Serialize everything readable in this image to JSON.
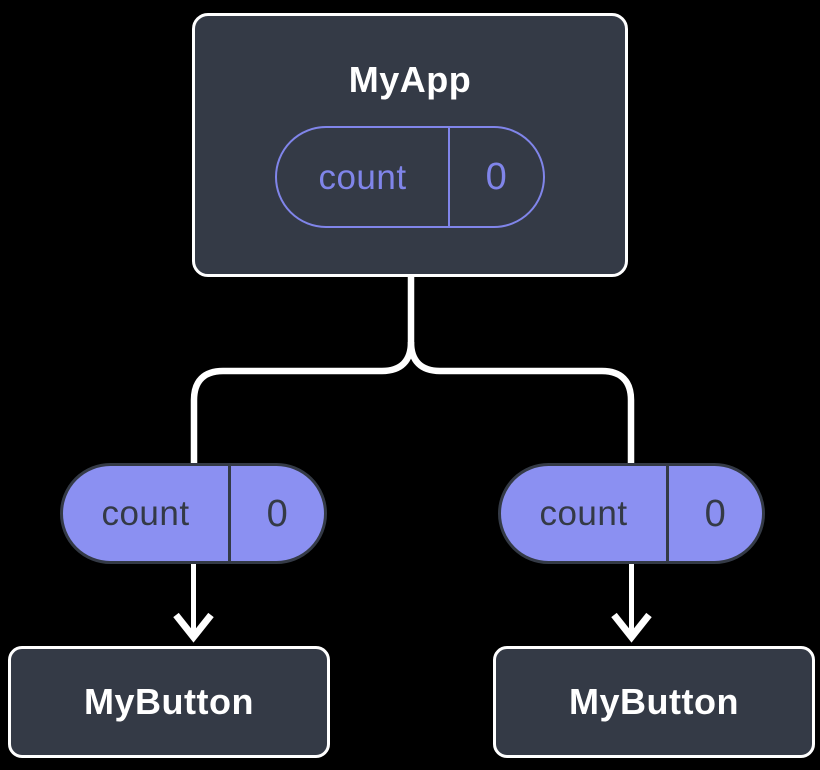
{
  "colors": {
    "bg": "#000000",
    "box-fill": "#343A46",
    "box-border": "#FFFFFF",
    "purple": "#8085EA",
    "lilac": "#8B90F2",
    "dark": "#343A46",
    "line": "#FFFFFF"
  },
  "tree": {
    "root": {
      "title": "MyApp",
      "state": {
        "name": "count",
        "value": "0"
      }
    },
    "left_child": {
      "title": "MyButton",
      "prop": {
        "name": "count",
        "value": "0"
      }
    },
    "right_child": {
      "title": "MyButton",
      "prop": {
        "name": "count",
        "value": "0"
      }
    }
  }
}
